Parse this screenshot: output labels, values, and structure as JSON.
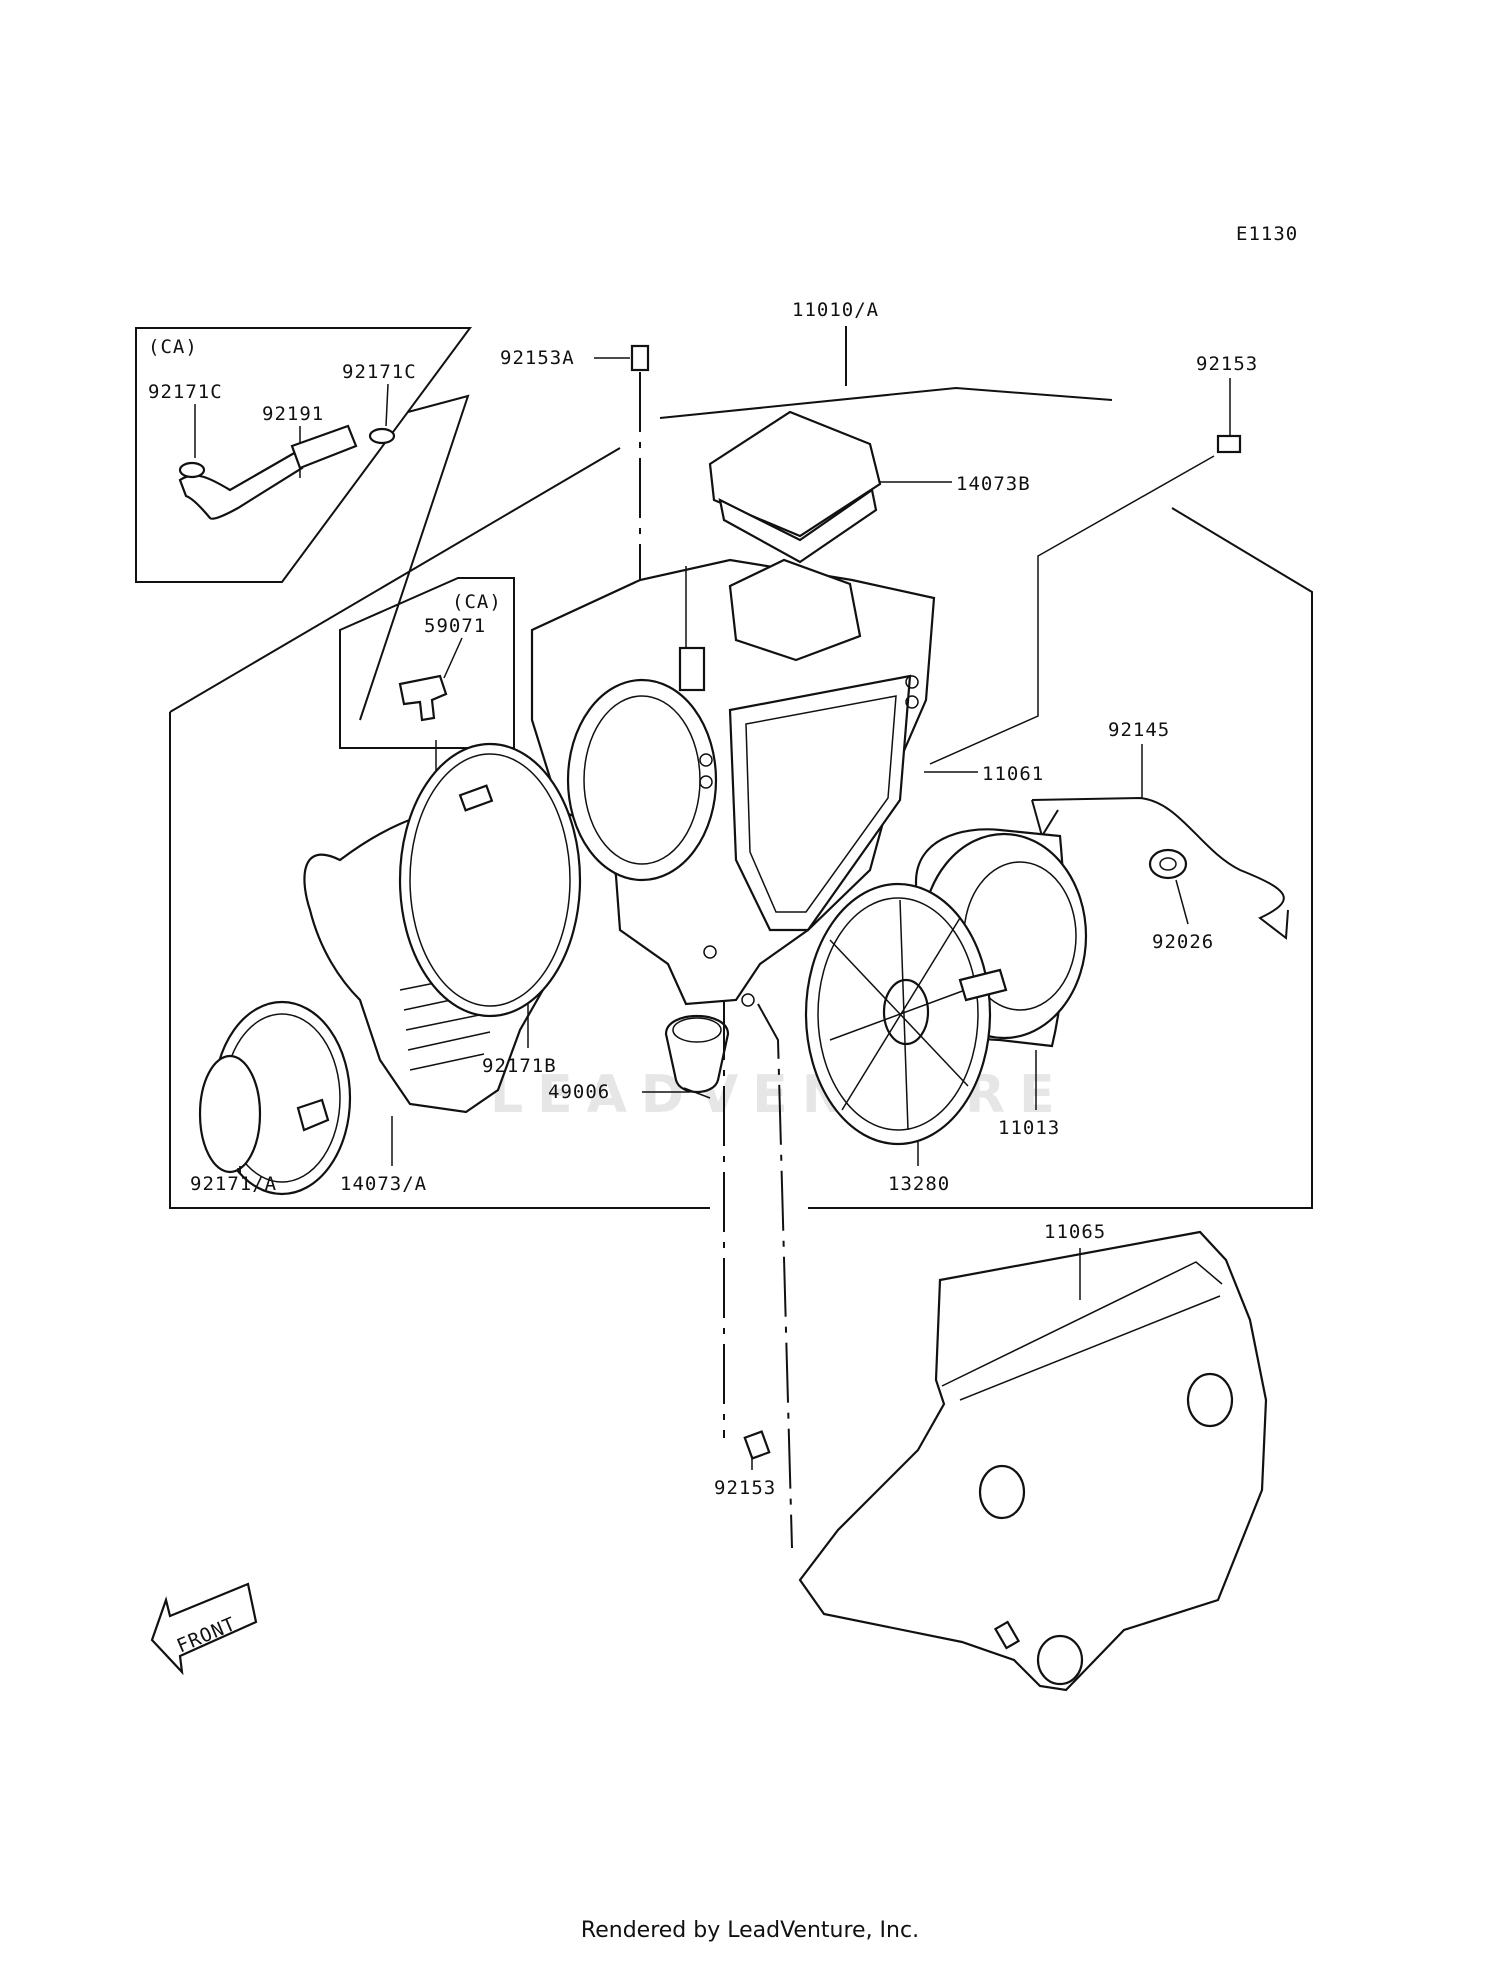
{
  "figure_code": "E1130",
  "watermark": "LEADVENTURE",
  "front_label": "FRONT",
  "footer": "Rendered by LeadVenture, Inc.",
  "inset_ca_hose": {
    "tag": "(CA)",
    "parts": [
      "92171C",
      "92191",
      "92171C"
    ]
  },
  "inset_ca_fitting": {
    "tag": "(CA)",
    "part": "59071"
  },
  "callouts": [
    "11010/A",
    "92153A",
    "92153",
    "14073B",
    "11061",
    "92145",
    "92026",
    "11013",
    "13280",
    "49006",
    "92171B",
    "14073/A",
    "92171/A",
    "11065",
    "92153"
  ]
}
